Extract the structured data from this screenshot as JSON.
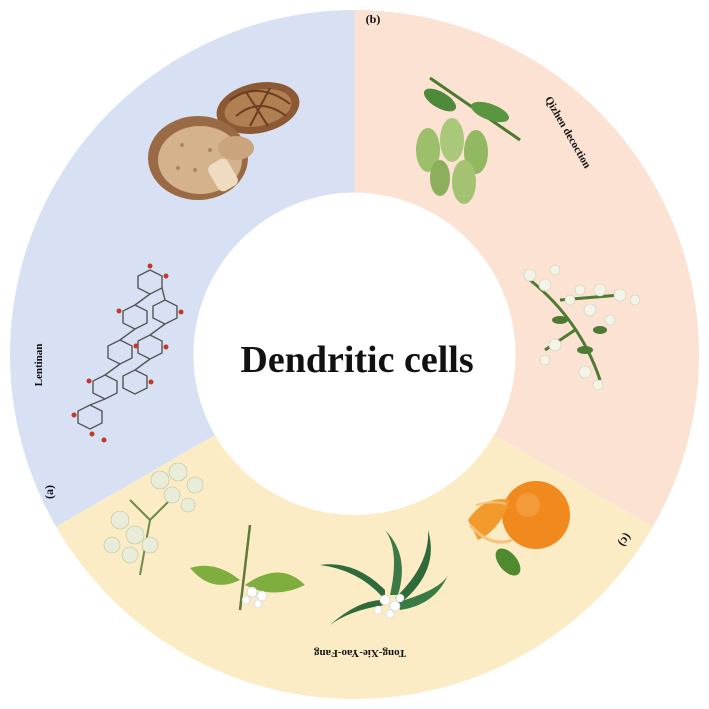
{
  "center": {
    "title": "Dendritic cells"
  },
  "segments": [
    {
      "letter": "(a)",
      "name": "Lentinan",
      "color": "#d8e1f4"
    },
    {
      "letter": "(b)",
      "name": "Qizhen decoction",
      "color": "#fbe2d3"
    },
    {
      "letter": "(c)",
      "name": "Tong-Xie-Yao-Fang",
      "color": "#fcecc5"
    }
  ],
  "illustrations": [
    "shiitake-mushroom-icon",
    "polysaccharide-structure-icon",
    "green-seed-pods-icon",
    "white-flower-cluster-icon",
    "mandarin-orange-icon",
    "umbel-flower-icon",
    "white-flower-sprig-icon",
    "leafy-herb-icon"
  ]
}
